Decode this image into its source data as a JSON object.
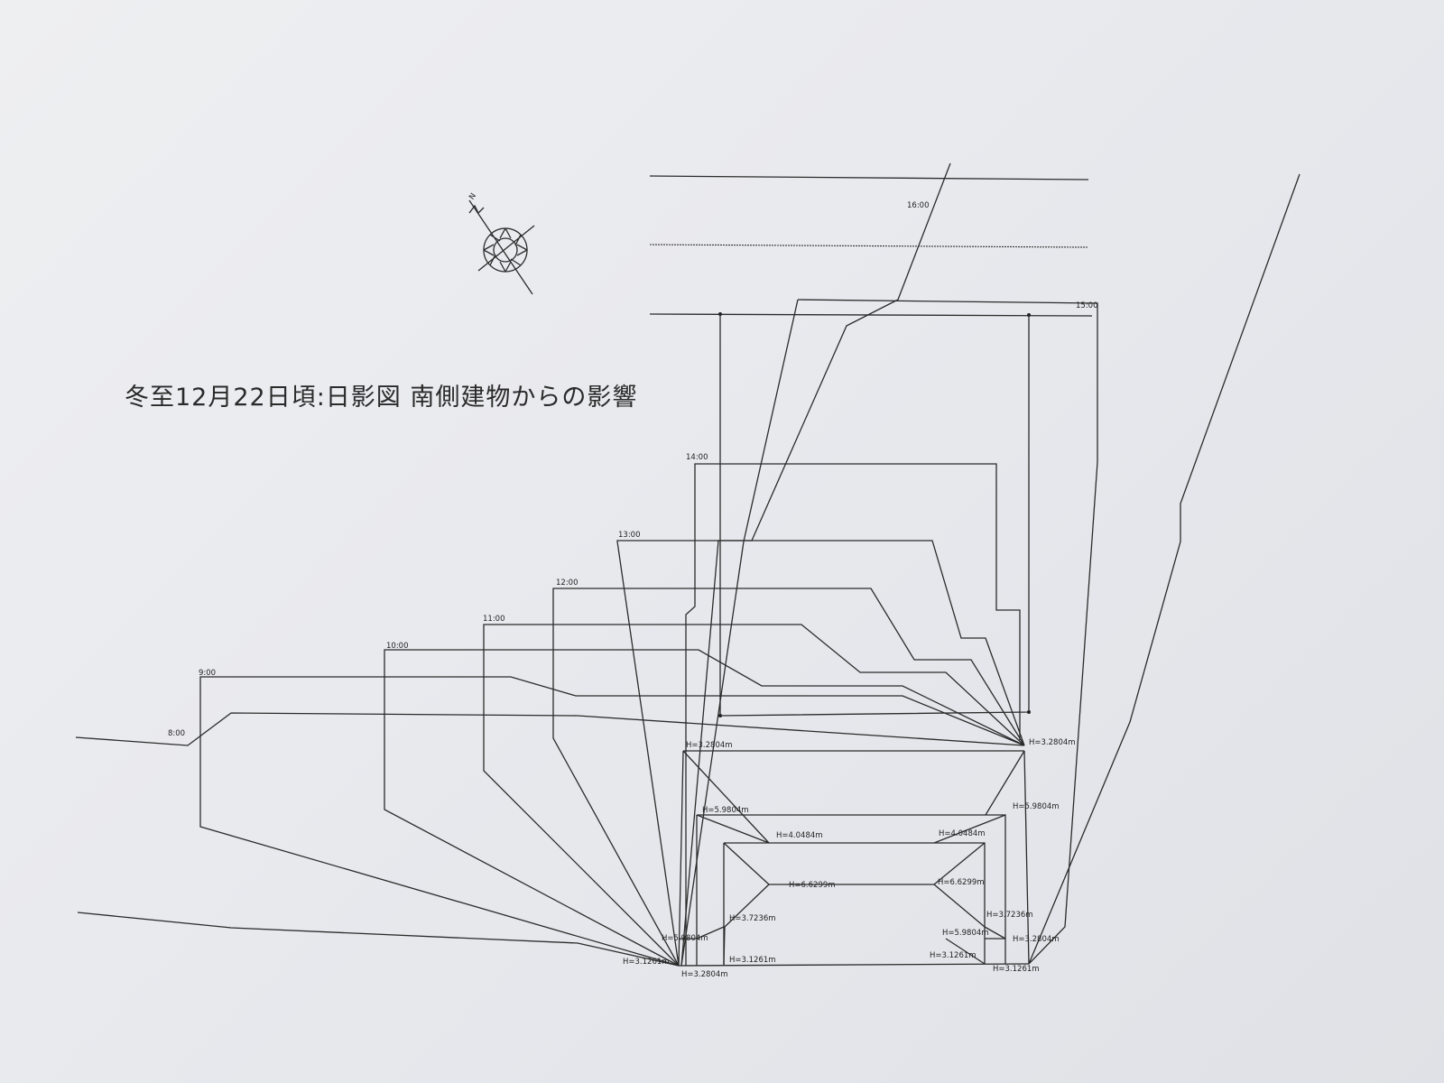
{
  "title": "冬至12月22日頃:日影図 南側建物からの影響",
  "compass": {
    "label": "N"
  },
  "time_labels": {
    "t0800": "8:00",
    "t0900": "9:00",
    "t1000": "10:00",
    "t1100": "11:00",
    "t1200": "12:00",
    "t1300": "13:00",
    "t1400": "14:00",
    "t1500": "15:00",
    "t1600": "16:00"
  },
  "height_labels": {
    "h1": "H=3.2804m",
    "h2": "H=3.2804m",
    "h3": "H=5.9804m",
    "h4": "H=5.9804m",
    "h5": "H=4.0484m",
    "h6": "H=4.0484m",
    "h7": "H=6.6299m",
    "h8": "H=6.6299m",
    "h9": "H=3.7236m",
    "h10": "H=3.7236m",
    "h11": "H=5.9804m",
    "h12": "H=5.9804m",
    "h13": "H=3.2804m",
    "h14": "H=3.1261m",
    "h15": "H=3.1261m",
    "h16": "H=3.1261m",
    "h17": "H=3.1261m",
    "h18": "H=3.2804m"
  },
  "colors": {
    "ink": "#2b2b2b",
    "paper": "#eaebef"
  }
}
